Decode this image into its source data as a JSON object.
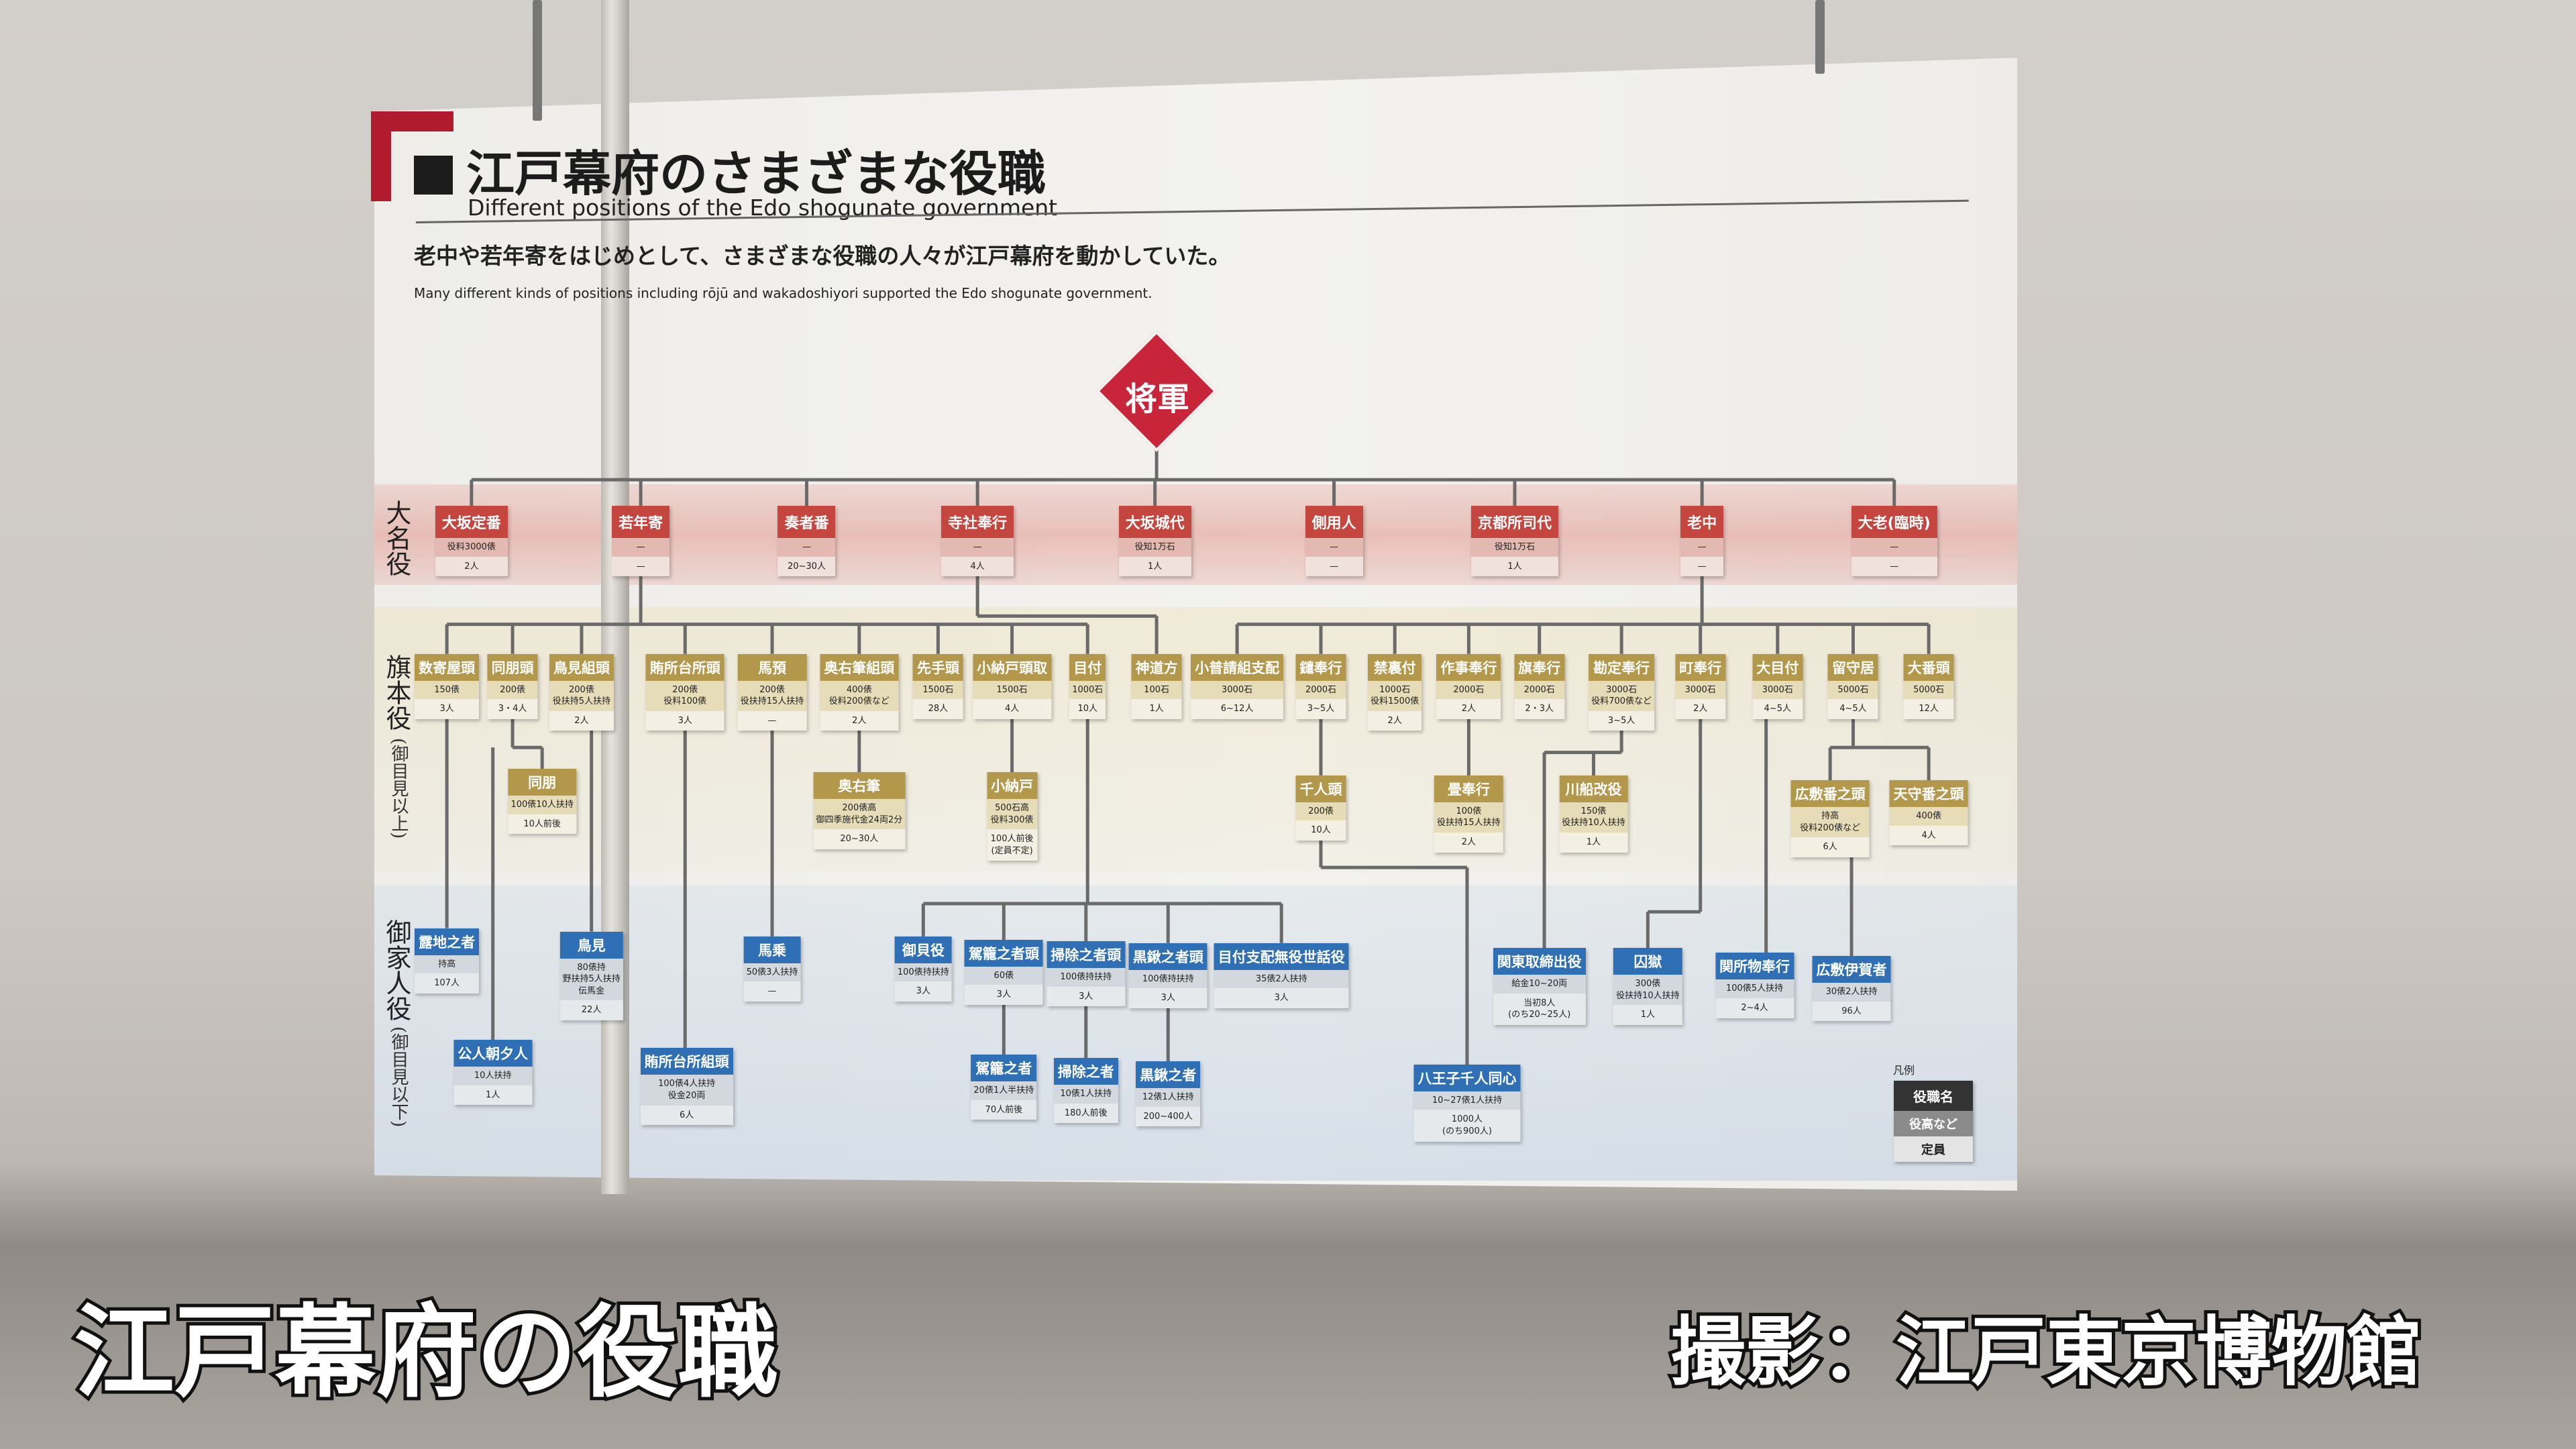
{
  "panel": {
    "title": "江戸幕府のさまざまな役職",
    "subtitle": "Different positions of the Edo shogunate government",
    "lead_ja": "老中や若年寄をはじめとして、さまざまな役職の人々が江戸幕府を動かしていた。",
    "lead_en": "Many different kinds of positions including rōjū and wakadoshiyori supported the Edo shogunate government.",
    "shogun": "将軍",
    "row_labels": {
      "daimyo": "大名役",
      "hatamoto": "旗本役",
      "hatamoto_sub": "(御目見以上)",
      "gokenin": "御家人役",
      "gokenin_sub": "(御目見以下)"
    },
    "legend": {
      "title": "凡例",
      "name": "役職名",
      "stipend": "役高など",
      "count": "定員"
    }
  },
  "colors": {
    "daimyo": "#c5453f",
    "hatamoto": "#b3974a",
    "gokenin": "#2f6fb6"
  },
  "daimyo_roles": [
    {
      "name": "大坂定番",
      "stipend": "役料3000俵",
      "count": "2人"
    },
    {
      "name": "若年寄",
      "stipend": "—",
      "count": "—"
    },
    {
      "name": "奏者番",
      "stipend": "—",
      "count": "20~30人"
    },
    {
      "name": "寺社奉行",
      "stipend": "—",
      "count": "4人"
    },
    {
      "name": "大坂城代",
      "stipend": "役知1万石",
      "count": "1人"
    },
    {
      "name": "側用人",
      "stipend": "—",
      "count": "—"
    },
    {
      "name": "京都所司代",
      "stipend": "役知1万石",
      "count": "1人"
    },
    {
      "name": "老中",
      "stipend": "—",
      "count": "—"
    },
    {
      "name": "大老(臨時)",
      "stipend": "—",
      "count": "—"
    }
  ],
  "hatamoto_roles": [
    {
      "name": "数寄屋頭",
      "stipend": "150俵",
      "count": "3人"
    },
    {
      "name": "同朋頭",
      "stipend": "200俵",
      "count": "3・4人"
    },
    {
      "name": "鳥見組頭",
      "stipend": "200俵\n役扶持5人扶持",
      "count": "2人"
    },
    {
      "name": "賄所台所頭",
      "stipend": "200俵\n役料100俵",
      "count": "3人"
    },
    {
      "name": "馬預",
      "stipend": "200俵\n役扶持15人扶持",
      "count": "—"
    },
    {
      "name": "奥右筆組頭",
      "stipend": "400俵\n役料200俵など",
      "count": "2人"
    },
    {
      "name": "先手頭",
      "stipend": "1500石",
      "count": "28人"
    },
    {
      "name": "小納戸頭取",
      "stipend": "1500石",
      "count": "4人"
    },
    {
      "name": "目付",
      "stipend": "1000石",
      "count": "10人"
    },
    {
      "name": "神道方",
      "stipend": "100石",
      "count": "1人"
    },
    {
      "name": "小普請組支配",
      "stipend": "3000石",
      "count": "6~12人"
    },
    {
      "name": "鑓奉行",
      "stipend": "2000石",
      "count": "3~5人"
    },
    {
      "name": "禁裏付",
      "stipend": "1000石\n役料1500俵",
      "count": "2人"
    },
    {
      "name": "作事奉行",
      "stipend": "2000石",
      "count": "2人"
    },
    {
      "name": "旗奉行",
      "stipend": "2000石",
      "count": "2・3人"
    },
    {
      "name": "勘定奉行",
      "stipend": "3000石\n役料700俵など",
      "count": "3~5人"
    },
    {
      "name": "町奉行",
      "stipend": "3000石",
      "count": "2人"
    },
    {
      "name": "大目付",
      "stipend": "3000石",
      "count": "4~5人"
    },
    {
      "name": "留守居",
      "stipend": "5000石",
      "count": "4~5人"
    },
    {
      "name": "大番頭",
      "stipend": "5000石",
      "count": "12人"
    }
  ],
  "hatamoto_sub_roles": [
    {
      "name": "同朋",
      "stipend": "100俵10人扶持",
      "count": "10人前後"
    },
    {
      "name": "奥右筆",
      "stipend": "200俵高\n御四季施代金24両2分",
      "count": "20~30人"
    },
    {
      "name": "小納戸",
      "stipend": "500石高\n役料300俵",
      "count": "100人前後\n(定員不定)"
    },
    {
      "name": "千人頭",
      "stipend": "200俵",
      "count": "10人"
    },
    {
      "name": "畳奉行",
      "stipend": "100俵\n役扶持15人扶持",
      "count": "2人"
    },
    {
      "name": "川船改役",
      "stipend": "150俵\n役扶持10人扶持",
      "count": "1人"
    },
    {
      "name": "広敷番之頭",
      "stipend": "持高\n役料200俵など",
      "count": "6人"
    },
    {
      "name": "天守番之頭",
      "stipend": "400俵",
      "count": "4人"
    }
  ],
  "gokenin_roles": [
    {
      "name": "露地之者",
      "stipend": "持高",
      "count": "107人"
    },
    {
      "name": "鳥見",
      "stipend": "80俵持\n野扶持5人扶持\n伝馬金",
      "count": "22人"
    },
    {
      "name": "公人朝夕人",
      "stipend": "10人扶持",
      "count": "1人"
    },
    {
      "name": "馬乗",
      "stipend": "50俵3人扶持",
      "count": "—"
    },
    {
      "name": "賄所台所組頭",
      "stipend": "100俵4人扶持\n役金20両",
      "count": "6人"
    },
    {
      "name": "御貝役",
      "stipend": "100俵持扶持",
      "count": "3人"
    },
    {
      "name": "駕籠之者頭",
      "stipend": "60俵",
      "count": "3人"
    },
    {
      "name": "掃除之者頭",
      "stipend": "100俵持扶持",
      "count": "3人"
    },
    {
      "name": "黒鍬之者頭",
      "stipend": "100俵持扶持",
      "count": "3人"
    },
    {
      "name": "目付支配無役世話役",
      "stipend": "35俵2人扶持",
      "count": "3人"
    },
    {
      "name": "駕籠之者",
      "stipend": "20俵1人半扶持",
      "count": "70人前後"
    },
    {
      "name": "掃除之者",
      "stipend": "10俵1人扶持",
      "count": "180人前後"
    },
    {
      "name": "黒鍬之者",
      "stipend": "12俵1人扶持",
      "count": "200~400人"
    },
    {
      "name": "八王子千人同心",
      "stipend": "10~27俵1人扶持",
      "count": "1000人\n(のち900人)"
    },
    {
      "name": "関東取締出役",
      "stipend": "給金10~20両",
      "count": "当初8人\n(のち20~25人)"
    },
    {
      "name": "囚獄",
      "stipend": "300俵\n役扶持10人扶持",
      "count": "1人"
    },
    {
      "name": "関所物奉行",
      "stipend": "100俵5人扶持",
      "count": "2~4人"
    },
    {
      "name": "広敷伊賀者",
      "stipend": "30俵2人扶持",
      "count": "96人"
    }
  ],
  "captions": {
    "left": "江戸幕府の役職",
    "right": "撮影：江戸東京博物館"
  }
}
